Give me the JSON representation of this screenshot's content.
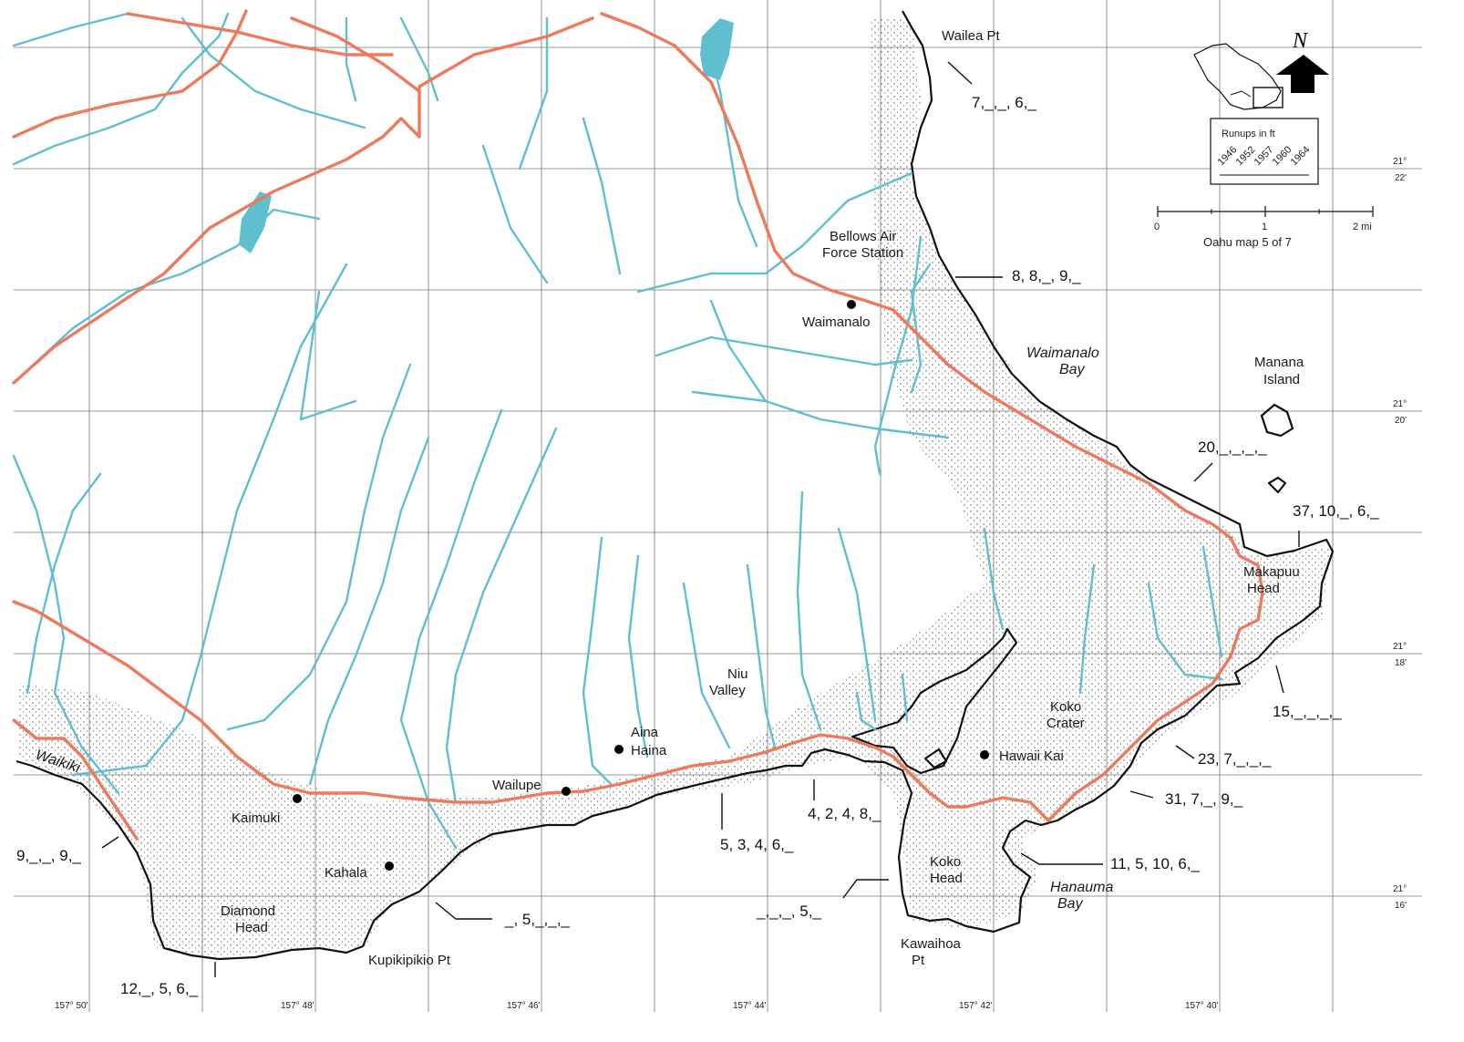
{
  "map": {
    "caption": "Oahu map 5 of 7",
    "north_label": "N",
    "legend": {
      "title": "Runups in ft",
      "years": [
        "1946",
        "1952",
        "1957",
        "1960",
        "1964"
      ]
    },
    "scale": {
      "ticks": [
        "0",
        "1",
        "2 mi"
      ]
    },
    "longitudes": [
      "157° 50'",
      "157° 48'",
      "157° 46'",
      "157° 44'",
      "157° 42'",
      "157° 40'"
    ],
    "latitudes": [
      {
        "deg": "21°",
        "min": "22'"
      },
      {
        "deg": "21°",
        "min": "20'"
      },
      {
        "deg": "21°",
        "min": "18'"
      },
      {
        "deg": "21°",
        "min": "16'"
      }
    ],
    "places": {
      "wailea_pt": "Wailea Pt",
      "bellows_1": "Bellows Air",
      "bellows_2": "Force Station",
      "waimanalo": "Waimanalo",
      "waimanalo_bay_1": "Waimanalo",
      "waimanalo_bay_2": "Bay",
      "manana_1": "Manana",
      "manana_2": "Island",
      "makapuu_1": "Makapuu",
      "makapuu_2": "Head",
      "koko_crater_1": "Koko",
      "koko_crater_2": "Crater",
      "hawaii_kai": "Hawaii Kai",
      "niu_1": "Niu",
      "niu_2": "Valley",
      "aina_haina_1": "Aina",
      "aina_haina_2": "Haina",
      "wailupe": "Wailupe",
      "kaimuki": "Kaimuki",
      "kahala": "Kahala",
      "waikiki": "Waikiki",
      "diamond_1": "Diamond",
      "diamond_2": "Head",
      "kupikipikio": "Kupikipikio Pt",
      "koko_head_1": "Koko",
      "koko_head_2": "Head",
      "kawaihoa_1": "Kawaihoa",
      "kawaihoa_2": "Pt",
      "hanauma_1": "Hanauma",
      "hanauma_2": "Bay"
    },
    "runups": {
      "wailea": "7,_,_, 6,_",
      "bellows": "8, 8,_, 9,_",
      "makapuu_n": "20,_,_,_,_",
      "makapuu_e": "37, 10,_, 6,_",
      "makapuu_s": "15,_,_,_,_",
      "koko_crater": "23, 7,_,_,_",
      "koko_se": "31, 7,_, 9,_",
      "hanauma": "11, 5, 10, 6,_",
      "koko_w": "_,_,_, 5,_",
      "hawaii_kai_w": "4, 2, 4, 8,_",
      "niu": "5, 3, 4, 6,_",
      "kahala": "_, 5,_,_,_",
      "diamond": "12,_, 5, 6,_",
      "waikiki": "9,_,_, 9,_"
    }
  }
}
